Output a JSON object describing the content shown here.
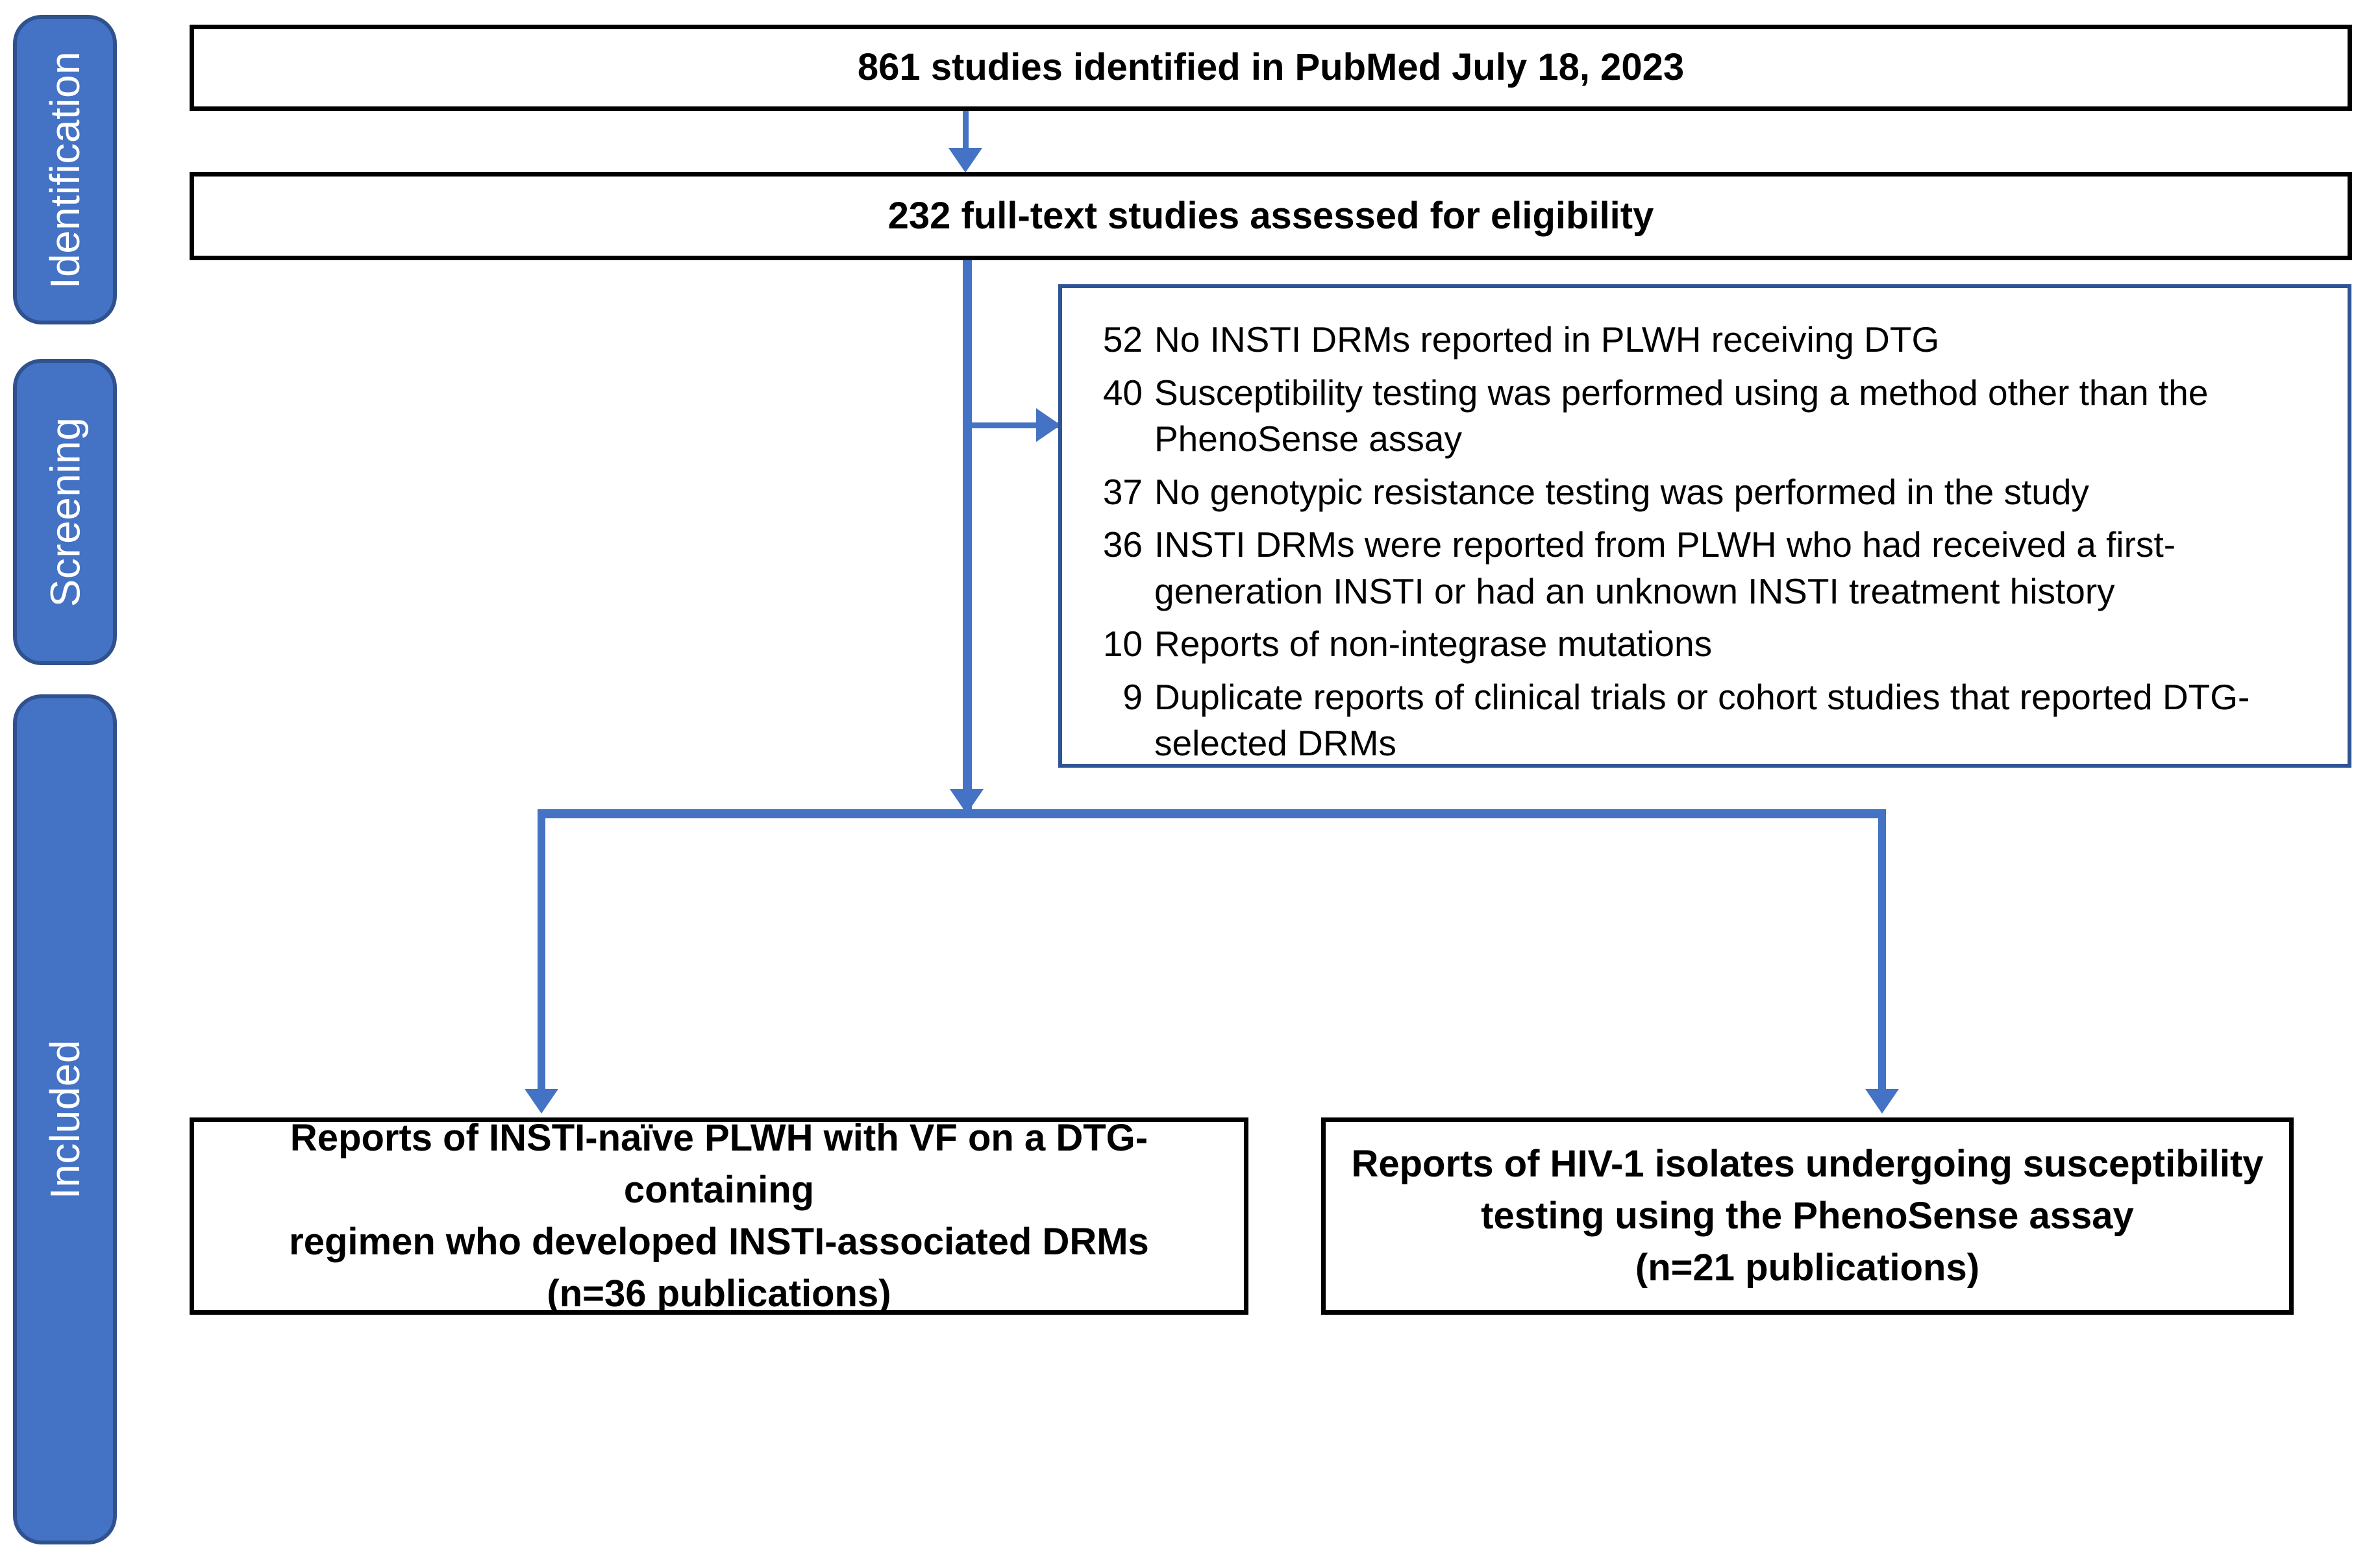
{
  "diagram": {
    "type": "prisma-flow-diagram",
    "colors": {
      "stage_tab_fill": "#4472C4",
      "stage_tab_border": "#2F528F",
      "stage_tab_text": "#FFFFFF",
      "box_border": "#000000",
      "exclusion_box_border": "#2E5496",
      "connector": "#4472C4",
      "background": "#FFFFFF",
      "text": "#000000"
    }
  },
  "stages": [
    {
      "id": "identification",
      "label": "Identification"
    },
    {
      "id": "screening",
      "label": "Screening"
    },
    {
      "id": "included",
      "label": "Included"
    }
  ],
  "boxes": {
    "identified": {
      "text": "861 studies identified in PubMed July 18, 2023",
      "count": 861
    },
    "eligibility": {
      "text": "232 full-text studies assessed for eligibility",
      "count": 232
    },
    "result_left": {
      "text": "Reports of INSTI-naïve PLWH with VF on a DTG-containing\nregimen who developed INSTI-associated DRMs\n(n=36 publications)",
      "count": 36
    },
    "result_right": {
      "text": "Reports of HIV-1 isolates undergoing susceptibility\ntesting using the PhenoSense assay\n(n=21 publications)",
      "count": 21
    }
  },
  "exclusions": [
    {
      "count": "52",
      "reason": "No INSTI DRMs reported in PLWH receiving DTG"
    },
    {
      "count": "40",
      "reason": "Susceptibility testing was performed using a method other than the PhenoSense assay"
    },
    {
      "count": "37",
      "reason": "No genotypic resistance testing was performed in the study"
    },
    {
      "count": "36",
      "reason": "INSTI DRMs were reported from PLWH who had received a first-generation INSTI or had an unknown INSTI treatment history"
    },
    {
      "count": "10",
      "reason": "Reports of non-integrase mutations"
    },
    {
      "count": "9",
      "reason": "Duplicate reports of clinical trials or cohort studies that reported DTG-selected DRMs"
    }
  ]
}
